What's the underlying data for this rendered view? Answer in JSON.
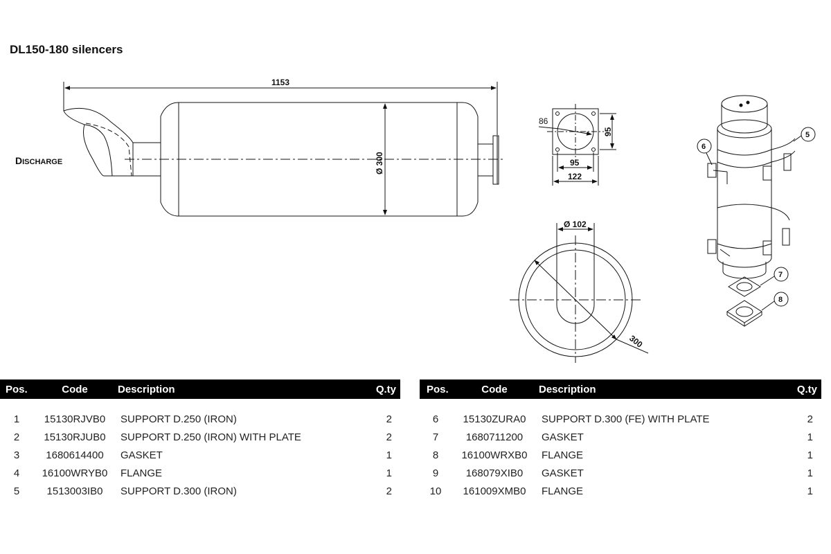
{
  "page": {
    "title": "DL150-180 silencers"
  },
  "drawing": {
    "labels": {
      "discharge_cap": "D",
      "discharge_rest": "ISCHARGE",
      "length": "1153",
      "diameter_side": "Ø 300",
      "flange_86": "86",
      "flange_95_v": "95",
      "flange_95_h": "95",
      "flange_122": "122",
      "end_102": "Ø 102",
      "end_300": "300"
    },
    "callouts": [
      "5",
      "6",
      "7",
      "8"
    ]
  },
  "tables": {
    "headers": {
      "pos": "Pos.",
      "code": "Code",
      "desc": "Description",
      "qty": "Q.ty"
    },
    "left": [
      {
        "pos": "1",
        "code": "15130RJVB0",
        "desc": "SUPPORT D.250 (IRON)",
        "qty": "2"
      },
      {
        "pos": "2",
        "code": "15130RJUB0",
        "desc": "SUPPORT D.250 (IRON) WITH PLATE",
        "qty": "2"
      },
      {
        "pos": "3",
        "code": "1680614400",
        "desc": "GASKET",
        "qty": "1"
      },
      {
        "pos": "4",
        "code": "16100WRYB0",
        "desc": "FLANGE",
        "qty": "1"
      },
      {
        "pos": "5",
        "code": "1513003IB0",
        "desc": "SUPPORT D.300 (IRON)",
        "qty": "2"
      }
    ],
    "right": [
      {
        "pos": "6",
        "code": "15130ZURA0",
        "desc": "SUPPORT D.300 (FE) WITH PLATE",
        "qty": "2"
      },
      {
        "pos": "7",
        "code": "1680711200",
        "desc": "GASKET",
        "qty": "1"
      },
      {
        "pos": "8",
        "code": "16100WRXB0",
        "desc": "FLANGE",
        "qty": "1"
      },
      {
        "pos": "9",
        "code": "168079XIB0",
        "desc": "GASKET",
        "qty": "1"
      },
      {
        "pos": "10",
        "code": "161009XMB0",
        "desc": "FLANGE",
        "qty": "1"
      }
    ]
  }
}
